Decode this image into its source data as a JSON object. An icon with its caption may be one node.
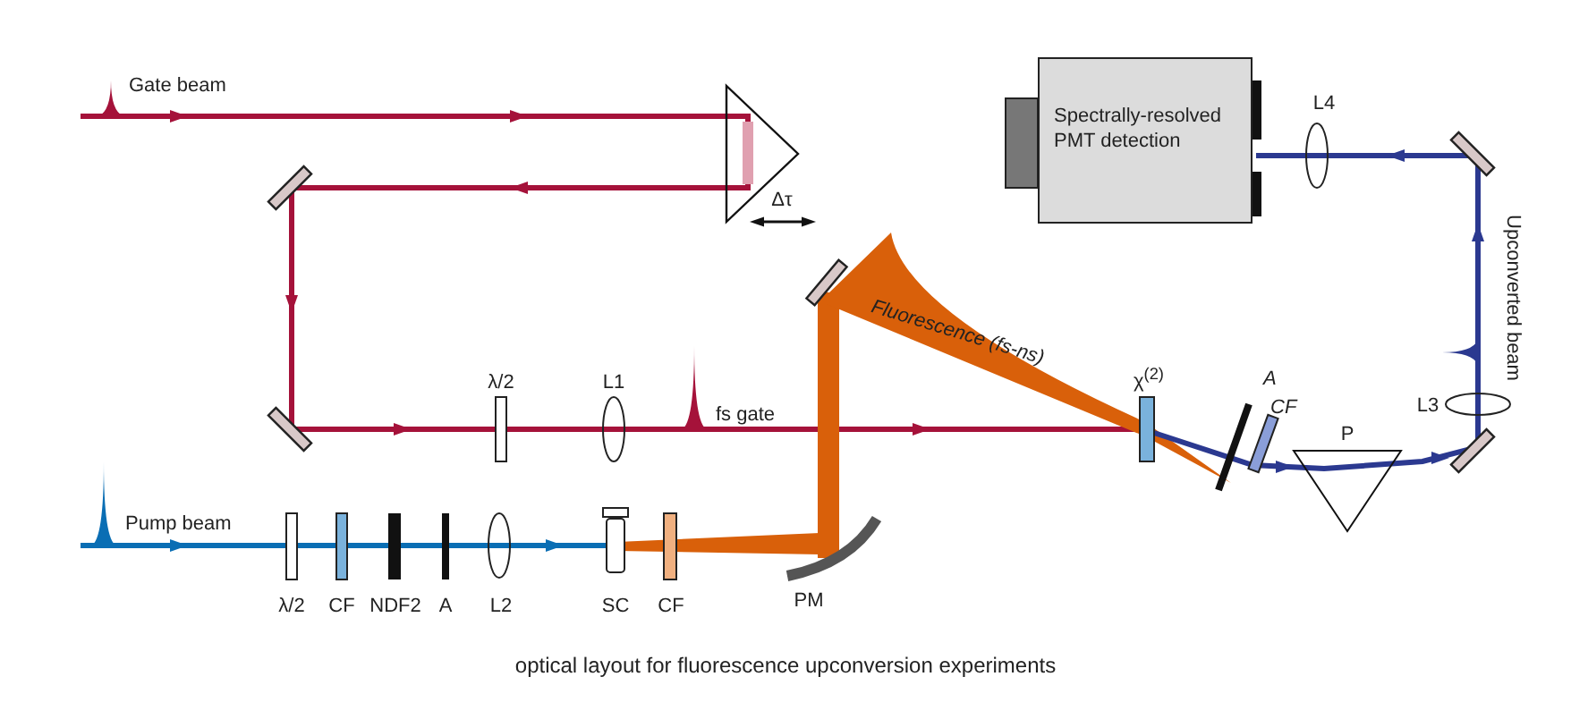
{
  "diagram": {
    "caption": "optical layout for fluorescence upconversion experiments",
    "nodes": [
      {
        "text": [
          "Spectrally-resolved PMT detection"
        ]
      }
    ],
    "labels": [
      "Gate beam",
      "L4",
      "Δτ",
      "Upconverted beam",
      "Fluorescence (fs-ns)",
      "λ/2",
      "L1",
      "χ$^{(2)}$",
      "A",
      "CF",
      "P",
      "L3",
      "fs gate",
      "Pump beam",
      "λ/2",
      "CF",
      "NDF2",
      "A",
      "L2",
      "SC",
      "CF",
      "PM"
    ]
  }
}
